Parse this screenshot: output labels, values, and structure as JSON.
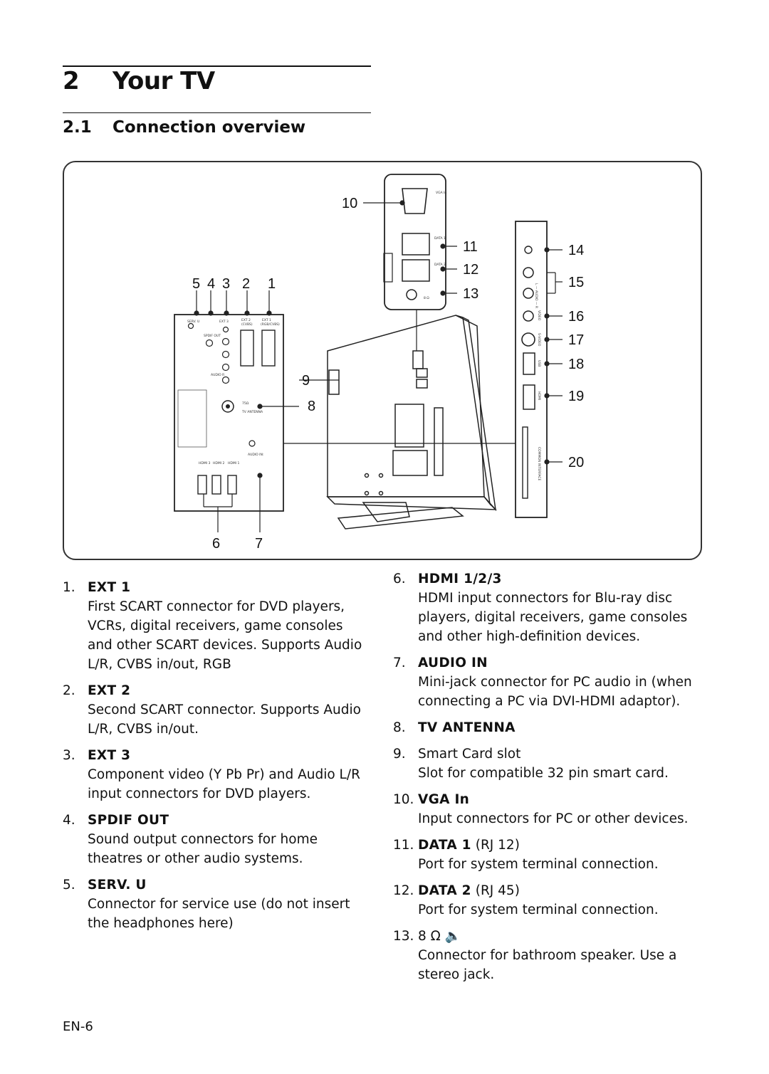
{
  "chapter": {
    "number": "2",
    "title": "Your TV"
  },
  "section": {
    "number": "2.1",
    "title": "Connection overview"
  },
  "figure": {
    "callouts": [
      "1",
      "2",
      "3",
      "4",
      "5",
      "6",
      "7",
      "8",
      "9",
      "10",
      "11",
      "12",
      "13",
      "14",
      "15",
      "16",
      "17",
      "18",
      "19",
      "20"
    ],
    "panel_labels": {
      "serv_u": "SERV. U",
      "spdif_out": "SPDIF OUT",
      "ext3": "EXT 3",
      "ext2": "EXT 2",
      "ext1": "EXT 1",
      "cvbs": "(CVBS)",
      "rgb_cvbs": "(RGB/CVBS)",
      "audio_r": "AUDIO R",
      "antenna_75": "75Ω",
      "tv_antenna": "TV ANTENNA",
      "hdmi3": "HDMI 3",
      "hdmi2": "HDMI 2",
      "hdmi1": "HDMI 1",
      "audio_in": "AUDIO IN:",
      "vga_in": "VGA In",
      "data1": "DATA 1",
      "data2": "DATA 2",
      "speaker_8": "8 Ω",
      "side_audio": "L — AUDIO — R",
      "side_video": "VIDEO",
      "side_svideo": "S-VIDEO",
      "side_usb": "USB",
      "side_hdmi": "HDMI",
      "common_interface": "COMMON INTERFACE"
    }
  },
  "left_items": [
    {
      "num": "1.",
      "title": "EXT 1",
      "extra": "",
      "desc": "First SCART connector for DVD players, VCRs, digital receivers, game consoles and other SCART devices. Supports Audio L/R, CVBS in/out, RGB"
    },
    {
      "num": "2.",
      "title": "EXT 2",
      "extra": "",
      "desc": "Second SCART connector. Supports Audio L/R, CVBS in/out."
    },
    {
      "num": "3.",
      "title": "EXT 3",
      "extra": "",
      "desc": "Component video (Y Pb Pr) and Audio L/R input connectors for DVD players."
    },
    {
      "num": "4.",
      "title": "SPDIF OUT",
      "extra": "",
      "desc": "Sound output connectors for home theatres or other audio systems."
    },
    {
      "num": "5.",
      "title": "SERV. U",
      "extra": "",
      "desc": "Connector for service use (do not insert the headphones here)"
    }
  ],
  "right_items": [
    {
      "num": "6.",
      "title": "HDMI 1/2/3",
      "extra": "",
      "desc": "HDMI input connectors for Blu-ray disc players, digital receivers, game consoles and other high-definition devices."
    },
    {
      "num": "7.",
      "title": "AUDIO IN",
      "extra": "",
      "desc": "Mini-jack connector for PC audio in (when connecting a PC via DVI-HDMI adaptor)."
    },
    {
      "num": "8.",
      "title": "TV ANTENNA",
      "extra": "",
      "desc": ""
    },
    {
      "num": "9.",
      "title": "",
      "extra": "Smart Card slot",
      "desc": "Slot for compatible 32 pin smart card."
    },
    {
      "num": "10.",
      "title": "VGA In",
      "extra": "",
      "desc": "Input connectors for PC or other devices."
    },
    {
      "num": "11.",
      "title": "DATA 1",
      "extra": " (RJ 12)",
      "desc": "Port for system terminal connection."
    },
    {
      "num": "12.",
      "title": "DATA 2",
      "extra": " (RJ 45)",
      "desc": "Port for system terminal connection."
    },
    {
      "num": "13.",
      "title": "",
      "extra": "8 Ω 🔈",
      "desc": "Connector for bathroom speaker. Use a stereo jack."
    }
  ],
  "footer": {
    "page": "EN-6"
  }
}
